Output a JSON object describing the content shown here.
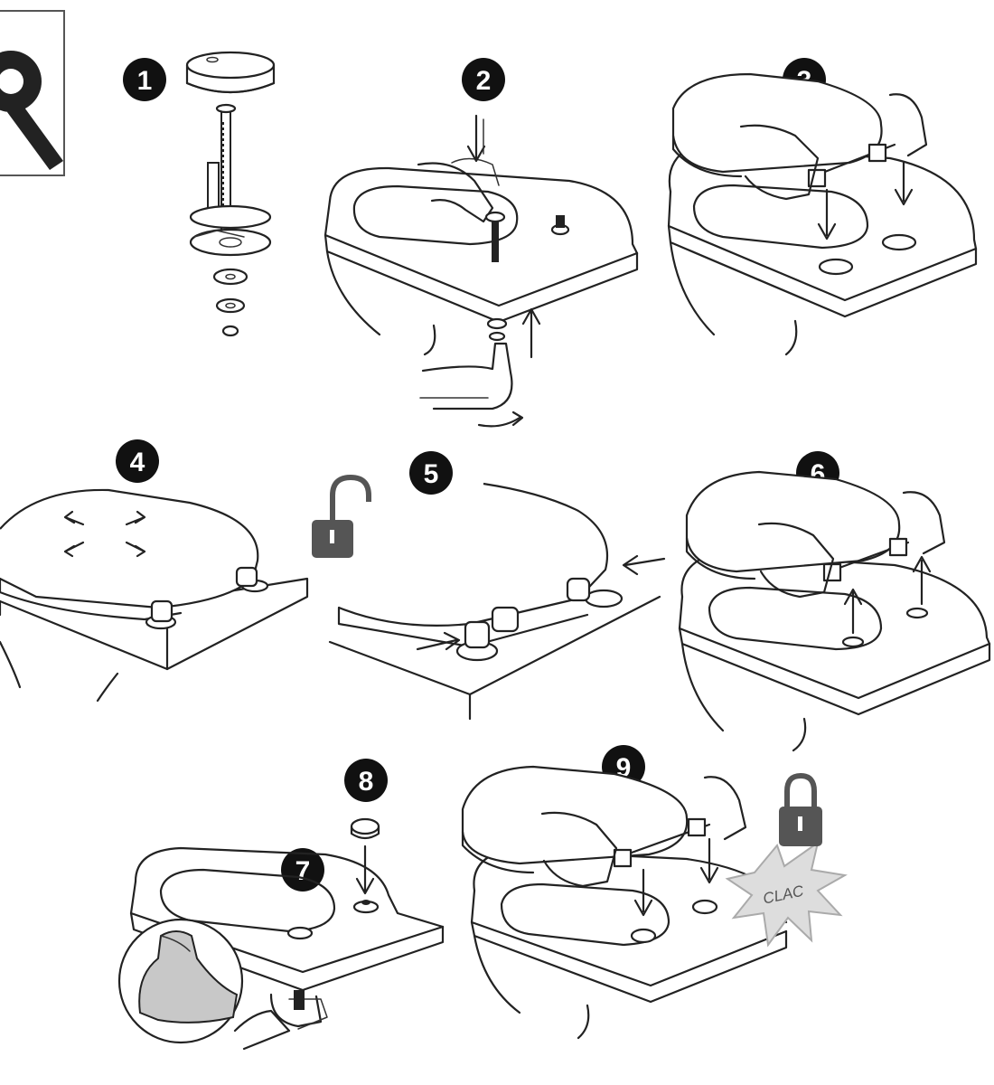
{
  "colors": {
    "ink": "#222222",
    "badge": "#111111",
    "lock": "#555555",
    "flash": "#bbbbbb",
    "muscle": "#c8c8c8"
  },
  "steps": [
    {
      "id": "1",
      "label": "1"
    },
    {
      "id": "2",
      "label": "2"
    },
    {
      "id": "3",
      "label": "3"
    },
    {
      "id": "4",
      "label": "4"
    },
    {
      "id": "5",
      "label": "5"
    },
    {
      "id": "6",
      "label": "6"
    },
    {
      "id": "7",
      "label": "7"
    },
    {
      "id": "8",
      "label": "8"
    },
    {
      "id": "9",
      "label": "9"
    }
  ],
  "icons": {
    "tool": "wrench-icon",
    "unlock": "unlocked-padlock-icon",
    "lock": "locked-padlock-icon",
    "strength": "flexed-arm-icon"
  },
  "sound_effect": "CLAC"
}
